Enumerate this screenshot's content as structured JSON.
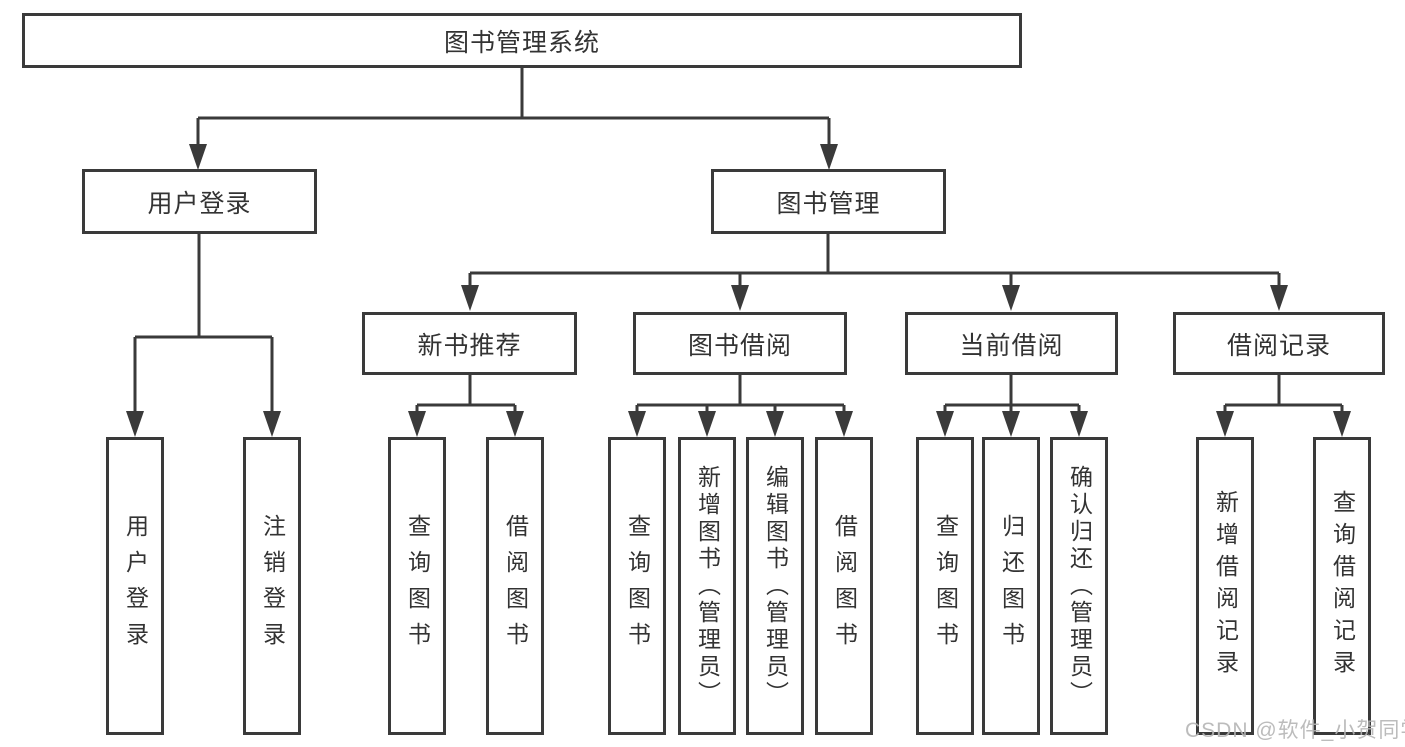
{
  "diagram": {
    "root": {
      "label": "图书管理系统"
    },
    "user_branch": {
      "label": "用户登录",
      "children": [
        {
          "label": "用户登录"
        },
        {
          "label": "注销登录"
        }
      ]
    },
    "book_branch": {
      "label": "图书管理",
      "groups": [
        {
          "label": "新书推荐",
          "children": [
            {
              "label": "查询图书"
            },
            {
              "label": "借阅图书"
            }
          ]
        },
        {
          "label": "图书借阅",
          "children": [
            {
              "label": "查询图书"
            },
            {
              "label": "新增图书（管理员）"
            },
            {
              "label": "编辑图书（管理员）"
            },
            {
              "label": "借阅图书"
            }
          ]
        },
        {
          "label": "当前借阅",
          "children": [
            {
              "label": "查询图书"
            },
            {
              "label": "归还图书"
            },
            {
              "label": "确认归还（管理员）"
            }
          ]
        },
        {
          "label": "借阅记录",
          "children": [
            {
              "label": "新增借阅记录"
            },
            {
              "label": "查询借阅记录"
            }
          ]
        }
      ]
    }
  },
  "watermark": {
    "text": "CSDN @软件_小贺同学"
  },
  "colors": {
    "line": "#3a3a3a",
    "text": "#333333",
    "watermark": "#b5b5b5",
    "background": "#ffffff"
  }
}
